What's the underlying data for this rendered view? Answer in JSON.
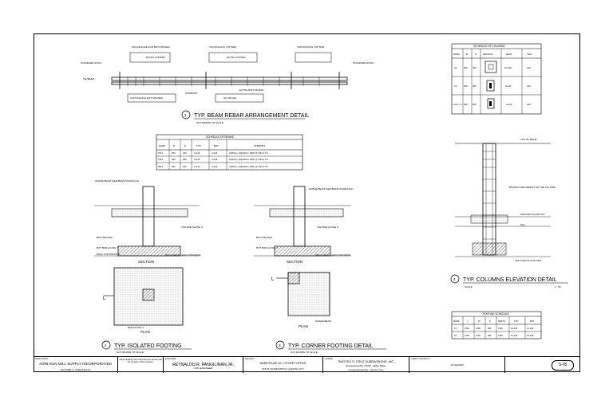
{
  "drawings": {
    "beam_rebar": {
      "number": "1",
      "title": "TYP. BEAM REBAR ARRANGEMENT DETAIL",
      "scale_note": "NOT DRAWN TO SCALE",
      "top_labels": [
        "SPLICE ZONE FOR BOTTOM BAR",
        "EXTRA TOP BAR",
        "CONTINUOUS TOP BAR",
        "EXTRA TOP BAR",
        "CONTINUOUS TOP BAR"
      ],
      "side_labels": [
        "STANDARD HOOK",
        "STANDARD HOOK",
        "TIE BEAM"
      ],
      "bottom_labels": [
        "CONTINUOUS BOTTOM BAR",
        "STIRRUPS",
        "EXTRA BOTTOM BAR",
        "NO SPLICE"
      ]
    },
    "beam_schedule": {
      "title": "SCHEDULE OF BEAMS",
      "headers": [
        "MARK",
        "B",
        "D",
        "TOP",
        "BOT",
        "STIRRUPS"
      ],
      "rows": [
        [
          "TB-1",
          "250",
          "400",
          "3-ø16",
          "3-ø16",
          "1@50mm, 10@100mm, REST @ 150mm O.C."
        ],
        [
          "TB-2",
          "250",
          "400",
          "3-ø16",
          "3-ø16",
          "1@50mm, 10@100mm, REST @ 150mm O.C."
        ],
        [
          "RB-1",
          "200",
          "300",
          "2-ø12",
          "2-ø12",
          "1@50mm, 10@100mm, REST @ 150mm O.C."
        ]
      ]
    },
    "column_schedule": {
      "title": "SCHEDULE OF COLUMNS",
      "headers": [
        "MARK",
        "B",
        "D",
        "SECTION",
        "MAIN",
        "TIES"
      ],
      "rows": [
        [
          "C1",
          "400",
          "400",
          "",
          "12-ø16",
          "ø10"
        ],
        [
          "C2",
          "300",
          "300",
          "",
          "8-ø16",
          "ø10"
        ],
        [
          "LINTEL COL",
          "200",
          "200",
          "",
          "4-ø12",
          "ø10"
        ]
      ]
    },
    "isolated_footing": {
      "number": "2",
      "title": "TYP. ISOLATED FOOTING",
      "scale_note": "NOT DRAWN TO SCALE",
      "section_label": "SECTION",
      "plan_label": "PLAN",
      "notes": [
        "GRADE BEAM (SEE BEAM SCHEDULE)",
        "TOP BAR ALONG X",
        "BOTTOM BAR",
        "BOT BAR ALONG Y",
        "WALL CONTINUOUS",
        "50mm THICK LEAN CONCRETE",
        "BAR ALONG X"
      ]
    },
    "corner_footing": {
      "number": "3",
      "title": "TYP. CORNER FOOTING DETAIL",
      "scale_note": "NOT DRAWN TO SCALE",
      "section_label": "SECTION",
      "plan_label": "PLAN",
      "notes": [
        "GRADE BEAM (SEE BEAM SCHEDULE)",
        "TOP BAR ALONG X",
        "BOTTOM BAR",
        "BOT BAR ALONG Y",
        "50mm THICK LEAN CONCRETE",
        "GRADE BEAM"
      ]
    },
    "column_elevation": {
      "number": "4",
      "title": "TYP. COLUMNS ELEVATION DETAIL",
      "scale_note": "SCALE",
      "scale_value": "1 : 50",
      "notes": [
        "TOP OF BEAM",
        "SPLICE IN MID-HEIGHT OF THE COLUMN",
        "GROUND FLOOR FFL",
        "NGL",
        "BOTTOM OF FOOTING"
      ]
    },
    "footing_schedule": {
      "title": "FOOTING SCHEDULE",
      "headers": [
        "MARK",
        "L",
        "W",
        "D",
        "DEPTH",
        "TOP",
        "BOT"
      ],
      "rows": [
        [
          "F1",
          "1500",
          "1500",
          "300",
          "1500",
          "12-ø16",
          "12-ø16"
        ],
        [
          "F2",
          "1200",
          "1200",
          "300",
          "1500",
          "10-ø16",
          "10-ø16"
        ]
      ]
    }
  },
  "title_block": {
    "owner_label": "DEVELOPER",
    "owner": "AGRI-SUN MILL SUPPLY INCORPORATED",
    "owner_address": "SAN PABLO, NUEVA ECIJA",
    "notice": "These drawings are instruments of service and the property of the engineer.",
    "engineer_label": "ENGINEER",
    "engineer": "REYNALDO R. PANGILINAN JR.",
    "engineer_title": "CIVIL ENGINEER",
    "project_label": "PROJECT",
    "project": "WAREHOUSE W/ 1 STOREY OFFICE",
    "location": "SOUTH SUBDIVISION, QUEZON CITY",
    "client_label": "OWNER",
    "client": "TIMOTEO S. CRUZ SUBDIVISIONS, INC.",
    "client_rep": "Represented By: CRUZ, Jalden Blaire",
    "client_address": "Congressional Ave., Quezon City",
    "sheet_content_label": "SHEET CONTENTS",
    "sheet_content": "AS SHOWN",
    "logo_text": "S-05"
  }
}
